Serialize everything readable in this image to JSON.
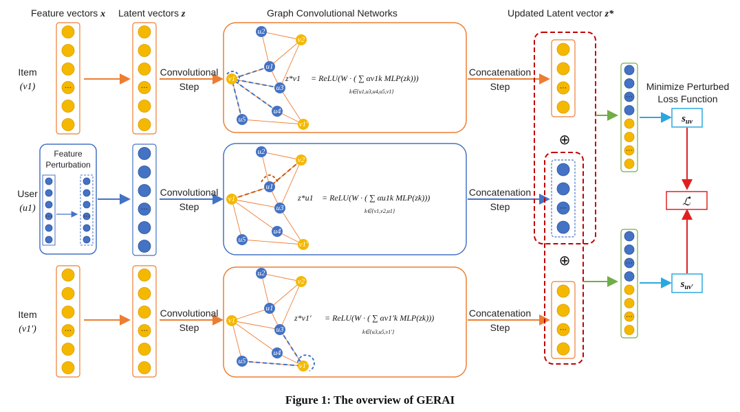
{
  "caption": "Figure 1: The overview of GERAI",
  "headers": {
    "feature_vectors": "Feature vectors",
    "feature_vectors_sym": "x",
    "latent_vectors": "Latent vectors",
    "latent_vectors_sym": "z",
    "gcn": "Graph Convolutional Networks",
    "updated_latent": "Updated Latent vector",
    "updated_latent_sym": "z*"
  },
  "rows": [
    {
      "label_line1": "Item",
      "label_line2": "(v1)"
    },
    {
      "label_line1": "User",
      "label_line2": "(u1)"
    },
    {
      "label_line1": "Item",
      "label_line2": "(v1′)"
    }
  ],
  "feature_perturbation_label_1": "Feature",
  "feature_perturbation_label_2": "Perturbation",
  "convolutional_step_1": "Convolutional",
  "convolutional_step_2": "Step",
  "concatenation_step_1": "Concatenation",
  "concatenation_step_2": "Step",
  "oplus": "⊕",
  "minimize_loss_1": "Minimize Perturbed",
  "minimize_loss_2": "Loss Function",
  "score_uv": "s",
  "score_uv_sub": "uv",
  "score_uvp_sub": "uv′",
  "loss_symbol": "ℒ̂",
  "node_labels": [
    "u2",
    "v2",
    "u1",
    "v1",
    "u3",
    "u4",
    "u5",
    "v1′"
  ],
  "formulas": [
    {
      "lhs": "z*v1",
      "rhs": "= ReLU(W · ( ∑ αv1k MLP(zk)))",
      "sub": "k∈{u1,u3,u4,u5,v1}"
    },
    {
      "lhs": "z*u1",
      "rhs": "= ReLU(W · ( ∑ αu1k MLP(zk)))",
      "sub": "k∈{v1,v2,u1}"
    },
    {
      "lhs": "z*v1′",
      "rhs": "= ReLU(W · ( ∑ αv1′k MLP(zk)))",
      "sub": "k∈{u3,u5,v1′}"
    }
  ],
  "colors": {
    "item": "#f5b800",
    "user": "#4472c4",
    "orange_box": "#ed7d31",
    "blue_box": "#4472c4",
    "green": "#70ad47",
    "red": "#e02020",
    "cyan": "#2aa7df"
  }
}
